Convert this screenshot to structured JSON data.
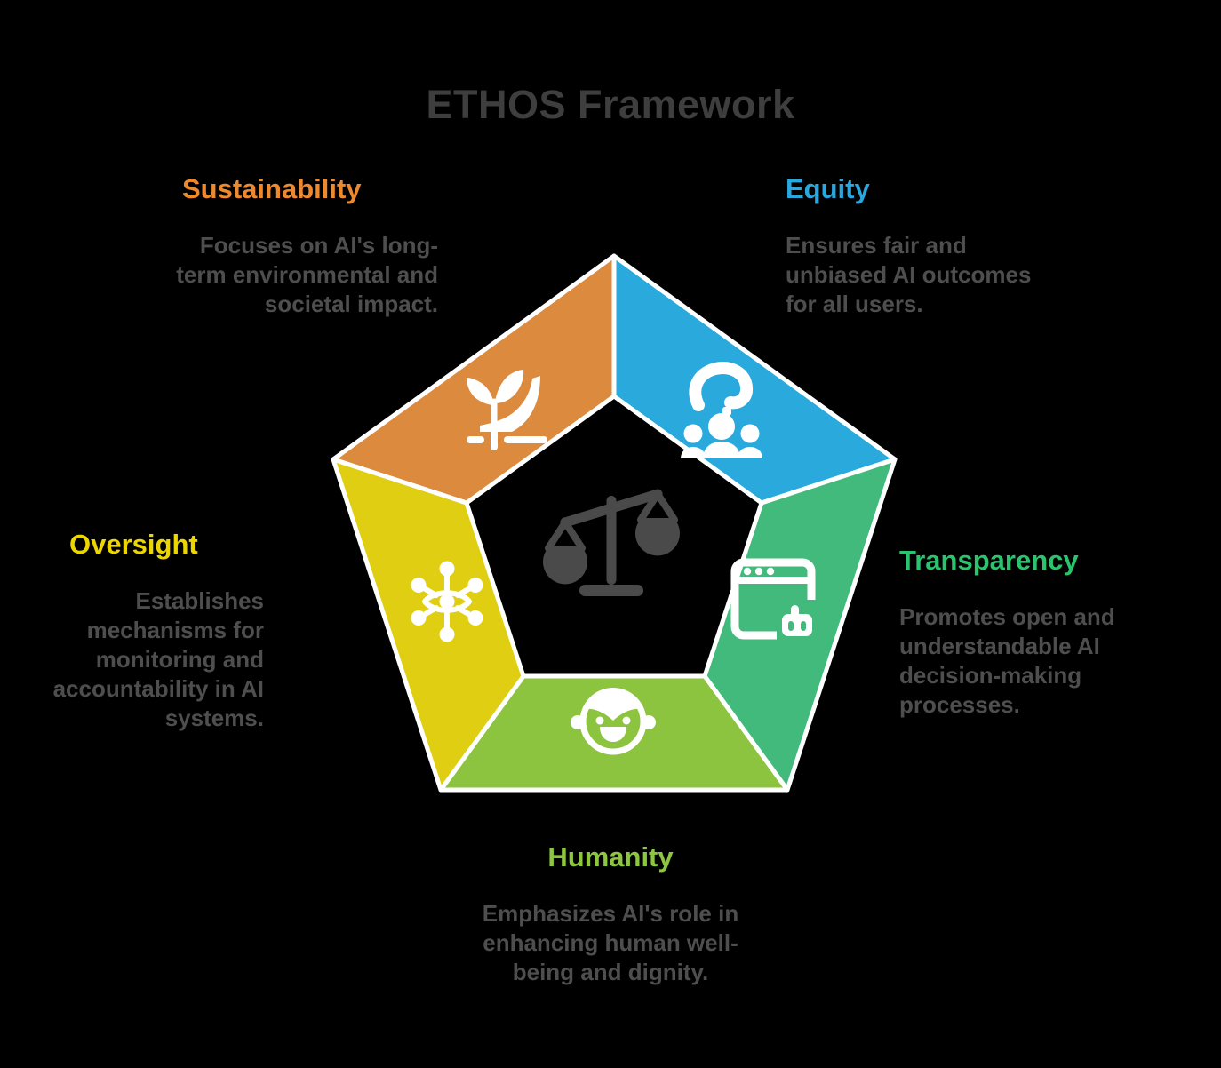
{
  "title": "ETHOS Framework",
  "colors": {
    "background": "#000000",
    "title_text": "#3E3E3E",
    "body_text": "#4E4E4E",
    "center_icon": "#4A4A4A",
    "segment_outline": "#FFFFFF"
  },
  "center": {
    "icon": "balance-scale-icon"
  },
  "sections": [
    {
      "id": "sustainability",
      "label": "Sustainability",
      "description": "Focuses on AI's long-term environmental and societal impact.",
      "heading_color": "#EE8A2D",
      "segment_color": "#DB8A3E",
      "icon": "sprout-hand-icon"
    },
    {
      "id": "equity",
      "label": "Equity",
      "description": "Ensures fair and unbiased AI outcomes for all users.",
      "heading_color": "#29A8E0",
      "segment_color": "#29A9DC",
      "icon": "people-question-icon"
    },
    {
      "id": "transparency",
      "label": "Transparency",
      "description": "Promotes open and understandable AI decision-making processes.",
      "heading_color": "#2BC46E",
      "segment_color": "#41BA7B",
      "icon": "browser-robot-icon"
    },
    {
      "id": "humanity",
      "label": "Humanity",
      "description": "Emphasizes AI's role in enhancing human well-being and dignity.",
      "heading_color": "#8DC63F",
      "segment_color": "#8CC43F",
      "icon": "child-face-icon"
    },
    {
      "id": "oversight",
      "label": "Oversight",
      "description": "Establishes mechanisms for monitoring and accountability in AI systems.",
      "heading_color": "#EDD500",
      "segment_color": "#E0CE12",
      "icon": "eye-network-icon"
    }
  ]
}
